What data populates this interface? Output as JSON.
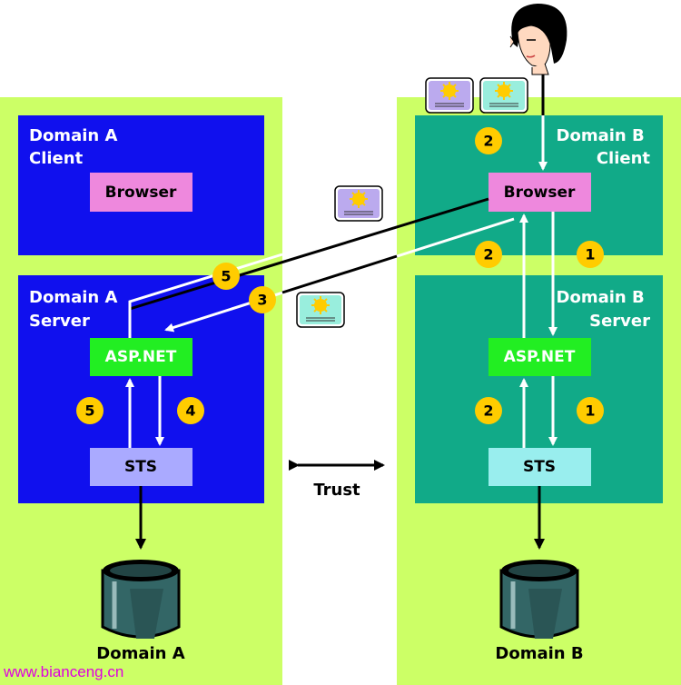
{
  "domain_a": {
    "client_title": [
      "Domain A",
      "Client"
    ],
    "server_title": [
      "Domain A",
      "Server"
    ],
    "browser_label": "Browser",
    "aspnet_label": "ASP.NET",
    "sts_label": "STS",
    "db_label": "Domain A",
    "colors": {
      "panel": "#ccff66",
      "block": "#1010ee",
      "browser": "#ee88dd",
      "aspnet": "#22ee22",
      "sts": "#aaaaff"
    }
  },
  "domain_b": {
    "client_title": [
      "Domain B",
      "Client"
    ],
    "server_title": [
      "Domain B",
      "Server"
    ],
    "browser_label": "Browser",
    "aspnet_label": "ASP.NET",
    "sts_label": "STS",
    "db_label": "Domain B",
    "colors": {
      "panel": "#ccff66",
      "block": "#11aa88",
      "browser": "#ee88dd",
      "aspnet": "#22ee22",
      "sts": "#99eeee"
    }
  },
  "trust_label": "Trust",
  "watermark": "www.bianceng.cn",
  "badges": {
    "a_server_top": "5",
    "a_server_mid": "3",
    "a_left": "5",
    "a_right": "4",
    "b_client": "2",
    "b_left_upper": "2",
    "b_right_upper": "1",
    "b_left_lower": "2",
    "b_right_lower": "1"
  },
  "icons": [
    "user-avatar-icon",
    "security-token-icon"
  ]
}
